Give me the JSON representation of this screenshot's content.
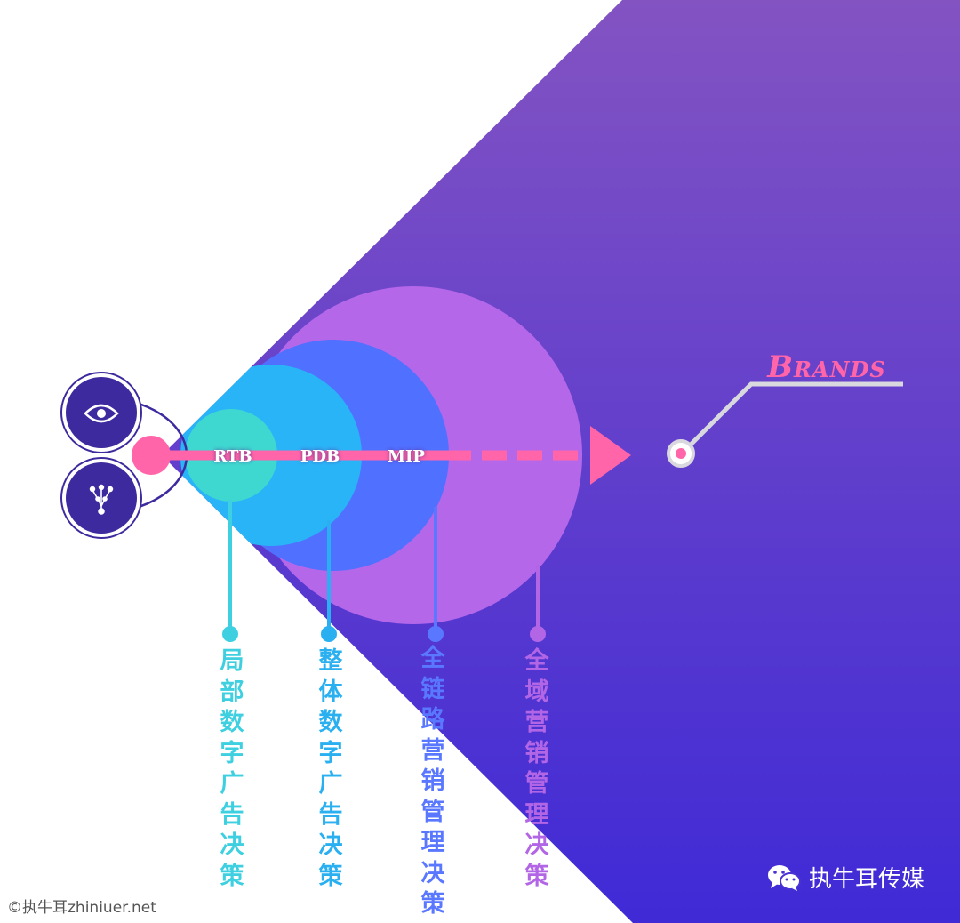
{
  "stage_labels": [
    "RTB",
    "PDB",
    "MIP"
  ],
  "brand_label": "Brands",
  "decision_labels": [
    {
      "text": "局部数字广告决策",
      "color": "#3ed0e0"
    },
    {
      "text": "整体数字广告决策",
      "color": "#2ab0f0"
    },
    {
      "text": "全链路营销管理决策",
      "color": "#5a78ff"
    },
    {
      "text": "全域营销管理决策",
      "color": "#b266e6"
    }
  ],
  "icons": [
    "eye-icon",
    "network-icon",
    "wechat-icon"
  ],
  "colors": {
    "accent": "#ff65a8",
    "cone_top": "#8353c2",
    "cone_bottom": "#3f2ad6",
    "circle_rtb": "#3ed8d0",
    "circle_pdb": "#2ab4f8",
    "circle_mip": "#5070ff",
    "circle_outer": "#b567ea",
    "icon_circle": "#3d2a9e"
  },
  "footer": {
    "watermark": "©执牛耳zhiniuer.net",
    "wechat_name": "执牛耳传媒"
  }
}
